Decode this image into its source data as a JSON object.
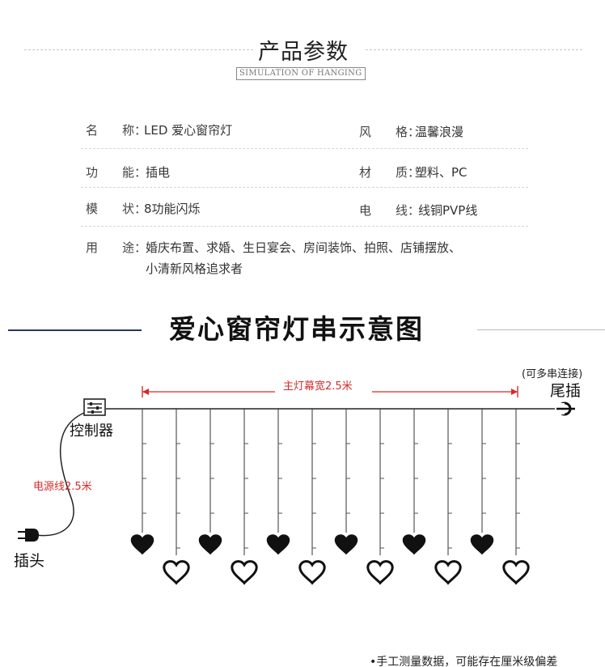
{
  "header": {
    "title": "产品参数",
    "subtitle": "SIMULATION OF HANGING"
  },
  "params": {
    "name_label": "名　　称：",
    "name_value": "LED 爱心窗帘灯",
    "style_label": "风　　格：",
    "style_value": "温馨浪漫",
    "function_label": "功　　能：",
    "function_value": "插电",
    "material_label": "材　　质：",
    "material_value": "塑料、PC",
    "mode_label": "模　　状：",
    "mode_value": "8功能闪烁",
    "wire_label": "电　　线：",
    "wire_value": "线铜PVP线",
    "usage_label": "用　　途：",
    "usage_line1": "婚庆布置、求婚、生日宴会、房间装饰、拍照、店铺摆放、",
    "usage_line2": "小清新风格追求者"
  },
  "diagram": {
    "title": "爱心窗帘灯串示意图",
    "width_label": "主灯幕宽2.5米",
    "chain_note": "(可多串连接)",
    "tail_plug": "尾插",
    "controller": "控制器",
    "power_cord": "电源线2.5米",
    "plug": "插头",
    "note": "•手工测量数据，可能存在厘米级偏差",
    "red_color": "#d22c2c"
  }
}
